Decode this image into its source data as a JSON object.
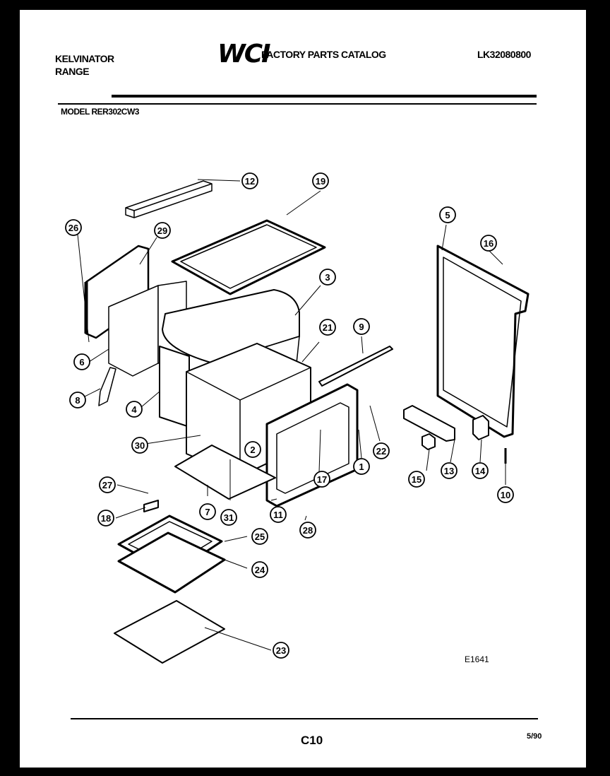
{
  "header": {
    "brand_line1": "KELVINATOR",
    "brand_line2": "RANGE",
    "logo": "WCI",
    "catalog_title": "FACTORY PARTS CATALOG",
    "part_number": "LK32080800",
    "model": "MODEL RER302CW3"
  },
  "diagram": {
    "id": "E1641",
    "callouts": [
      "12",
      "19",
      "26",
      "29",
      "3",
      "5",
      "16",
      "9",
      "21",
      "6",
      "8",
      "4",
      "2",
      "1",
      "22",
      "30",
      "17",
      "27",
      "18",
      "7",
      "31",
      "11",
      "28",
      "25",
      "24",
      "23",
      "13",
      "15",
      "14",
      "10"
    ]
  },
  "footer": {
    "page": "C10",
    "date": "5/90"
  }
}
